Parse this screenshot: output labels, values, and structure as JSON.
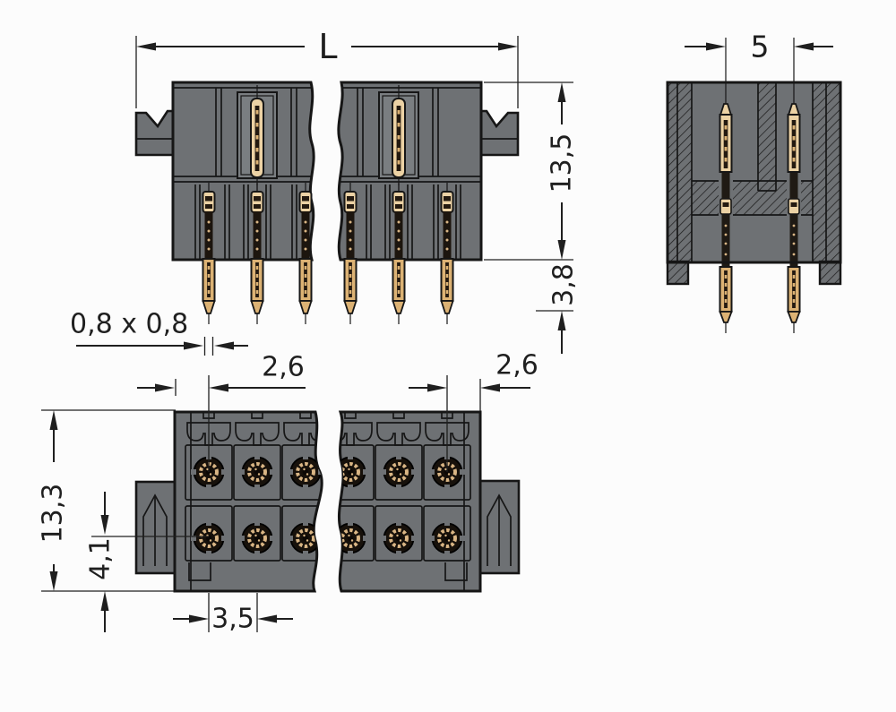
{
  "drawing": {
    "dimensions": {
      "total_length": "L",
      "pin_spacing": "5",
      "body_height": "13,5",
      "pin_protrusion": "3,8",
      "pin_cross_section": "0,8 x 0,8",
      "edge_to_pin_left": "2,6",
      "edge_to_pin_right": "2,6",
      "body_depth": "13,3",
      "row_offset": "4,1",
      "pin_pitch": "3,5"
    },
    "colors": {
      "body_gray": "#6e7174",
      "recess_gray": "#7a7e81",
      "pin_gold": "#dcb274",
      "pin_gold_light": "#ecd2a4",
      "pin_dark": "#1c150e",
      "line_black": "#1a1a1a",
      "background": "#fcfcfc"
    }
  }
}
